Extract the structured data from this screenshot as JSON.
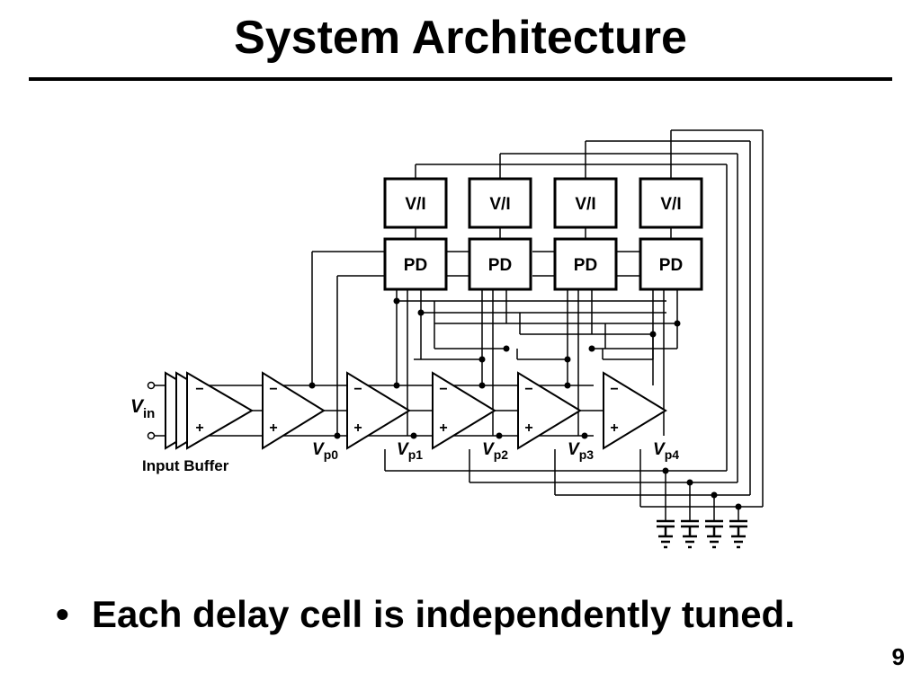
{
  "slide": {
    "title": "System Architecture",
    "bullet": "Each delay cell is independently tuned.",
    "page_number": "9"
  },
  "diagram": {
    "vi_label": "V/I",
    "pd_label": "PD",
    "input_label_main": "V",
    "input_label_sub": "in",
    "input_buffer_label": "Input Buffer",
    "minus_sign": "−",
    "plus_sign": "+",
    "vp_labels": [
      {
        "main": "V",
        "sub": "p0"
      },
      {
        "main": "V",
        "sub": "p1"
      },
      {
        "main": "V",
        "sub": "p2"
      },
      {
        "main": "V",
        "sub": "p3"
      },
      {
        "main": "V",
        "sub": "p4"
      }
    ]
  }
}
